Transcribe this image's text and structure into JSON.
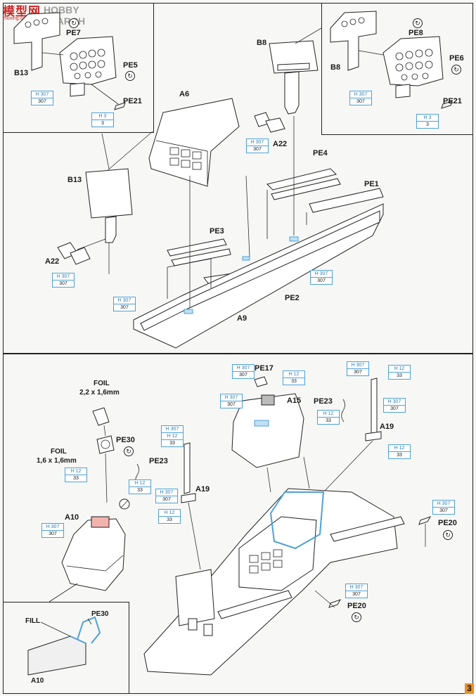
{
  "watermark": {
    "cn": "模型网",
    "en": "HOBBY SEARCH",
    "url": "moxing.com"
  },
  "page_number": "3",
  "labels": {
    "pe7": "PE7",
    "pe5": "PE5",
    "b13_top": "B13",
    "pe21_left": "PE21",
    "pe8": "PE8",
    "pe6": "PE6",
    "b8_inset": "B8",
    "pe21_right": "PE21",
    "b8": "B8",
    "a6": "A6",
    "a22_top": "A22",
    "pe4": "PE4",
    "pe1": "PE1",
    "b13": "B13",
    "a22": "A22",
    "pe3": "PE3",
    "pe2": "PE2",
    "a9": "A9",
    "foil1_title": "FOIL",
    "foil1_size": "2,2 x 1,6mm",
    "foil2_title": "FOIL",
    "foil2_size": "1,6 x 1,6mm",
    "pe30": "PE30",
    "pe23_left": "PE23",
    "a19_left": "A19",
    "a10": "A10",
    "pe17": "PE17",
    "a15": "A15",
    "pe23_right": "PE23",
    "a19_right": "A19",
    "pe20_right": "PE20",
    "pe20_bottom": "PE20",
    "fill": "FILL",
    "pe30_detail": "PE30",
    "a10_detail": "A10"
  },
  "color_codes": {
    "h307": {
      "code": "H 307",
      "num": "307"
    },
    "h3": {
      "code": "H 3",
      "num": "3"
    },
    "h12": {
      "code": "H 12",
      "num": "33"
    }
  }
}
